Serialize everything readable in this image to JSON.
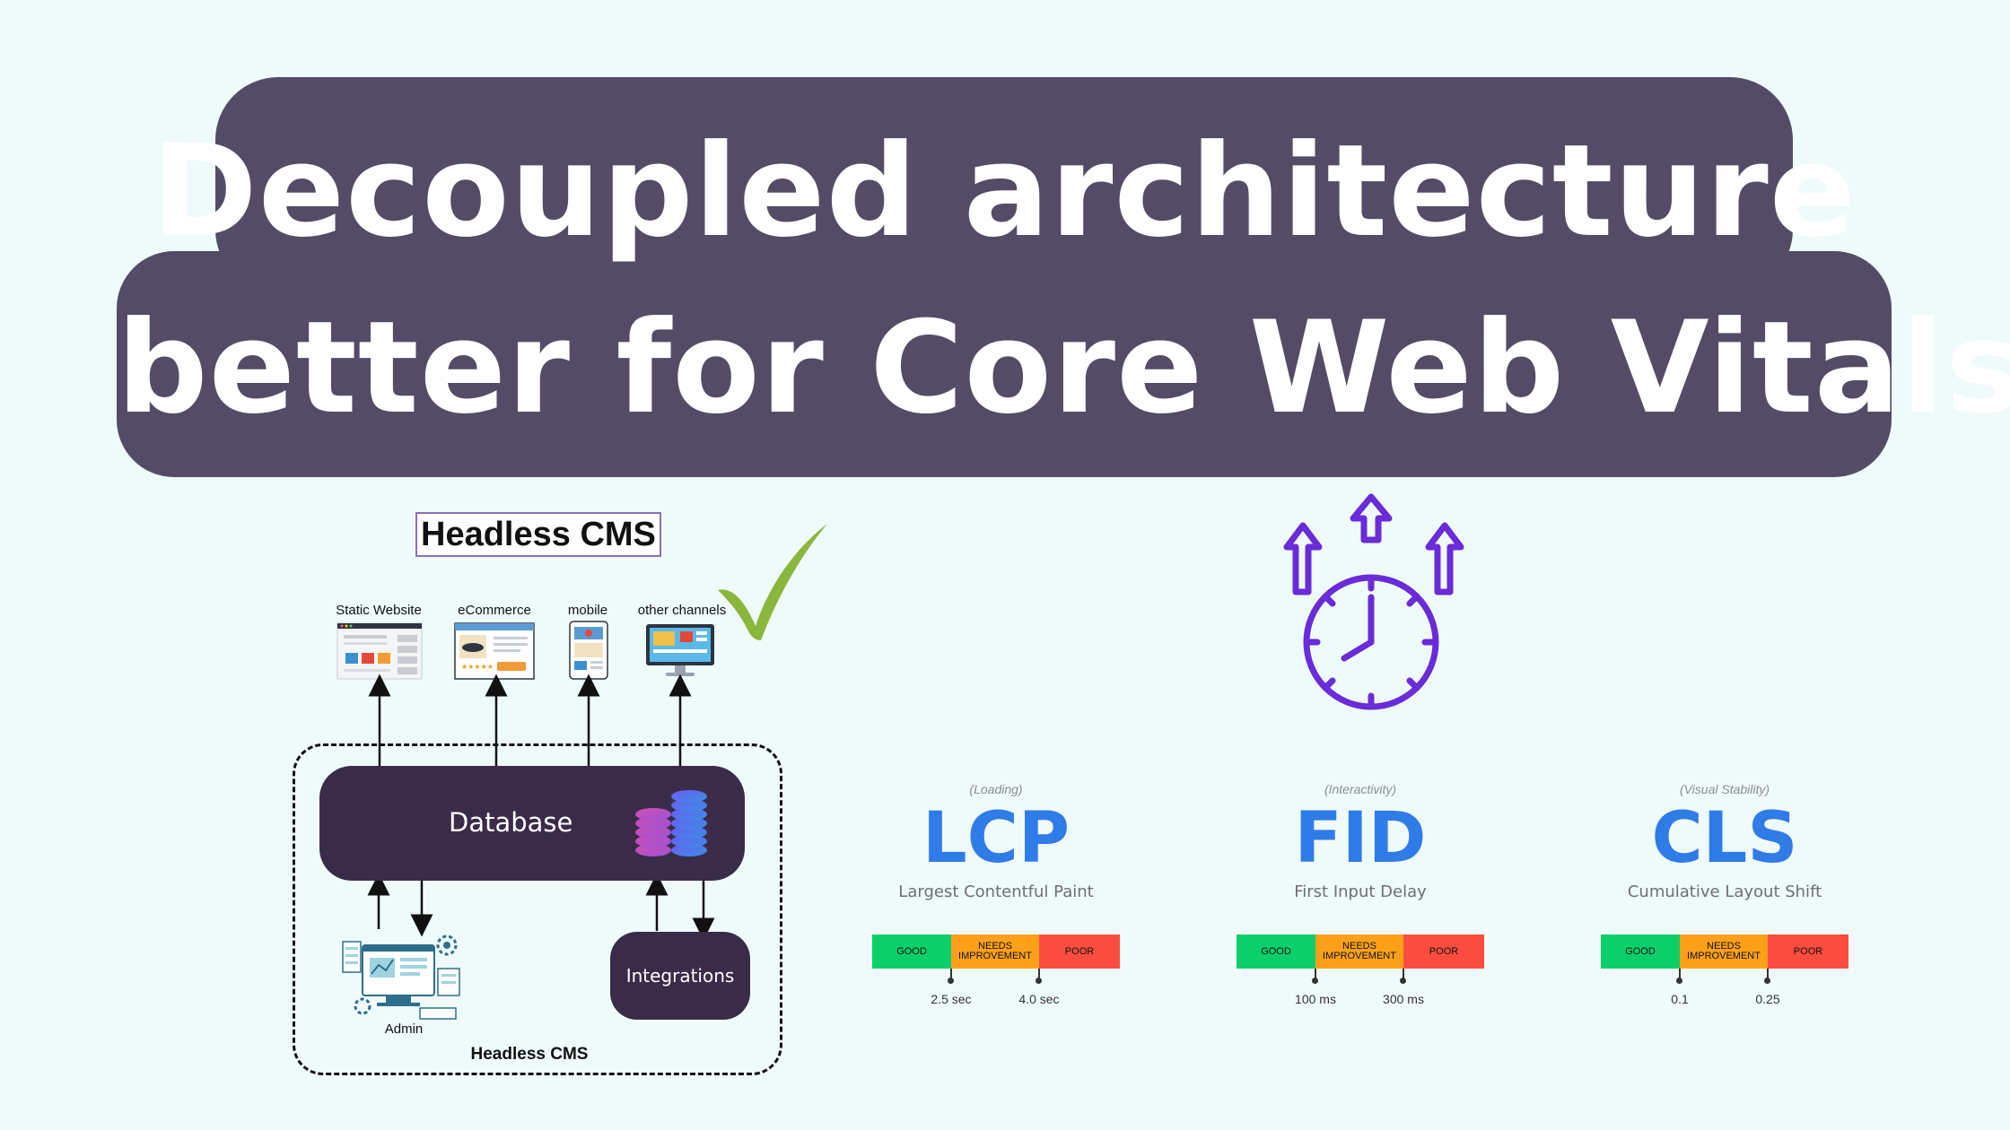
{
  "title": {
    "line1": "Decoupled architecture",
    "line2": "better for Core Web Vitals?"
  },
  "diagram": {
    "heading": "Headless CMS",
    "channels": [
      {
        "label": "Static Website",
        "icon": "static-website-icon"
      },
      {
        "label": "eCommerce",
        "icon": "ecommerce-icon"
      },
      {
        "label": "mobile",
        "icon": "mobile-icon"
      },
      {
        "label": "other channels",
        "icon": "monitor-icon"
      }
    ],
    "database_label": "Database",
    "integrations_label": "Integrations",
    "admin_label": "Admin",
    "footer_label": "Headless CMS",
    "checkmark_color": "#8bb63c",
    "box_color": "#3a2b48"
  },
  "speed_icon": {
    "name": "stopwatch-arrows-icon",
    "color": "#6a2bd9"
  },
  "vitals": [
    {
      "category": "(Loading)",
      "abbr": "LCP",
      "name": "Largest Contentful Paint",
      "good": "GOOD",
      "needs": "NEEDS IMPROVEMENT",
      "poor": "POOR",
      "threshold1": "2.5 sec",
      "threshold2": "4.0 sec"
    },
    {
      "category": "(Interactivity)",
      "abbr": "FID",
      "name": "First Input Delay",
      "good": "GOOD",
      "needs": "NEEDS IMPROVEMENT",
      "poor": "POOR",
      "threshold1": "100 ms",
      "threshold2": "300 ms"
    },
    {
      "category": "(Visual Stability)",
      "abbr": "CLS",
      "name": "Cumulative Layout Shift",
      "good": "GOOD",
      "needs": "NEEDS IMPROVEMENT",
      "poor": "POOR",
      "threshold1": "0.1",
      "threshold2": "0.25"
    }
  ],
  "colors": {
    "background": "#effafb",
    "banner": "#544c66",
    "vital_blue": "#2f7be8",
    "good": "#0ccf6a",
    "needs_improvement": "#fca019",
    "poor": "#fa4d40"
  }
}
